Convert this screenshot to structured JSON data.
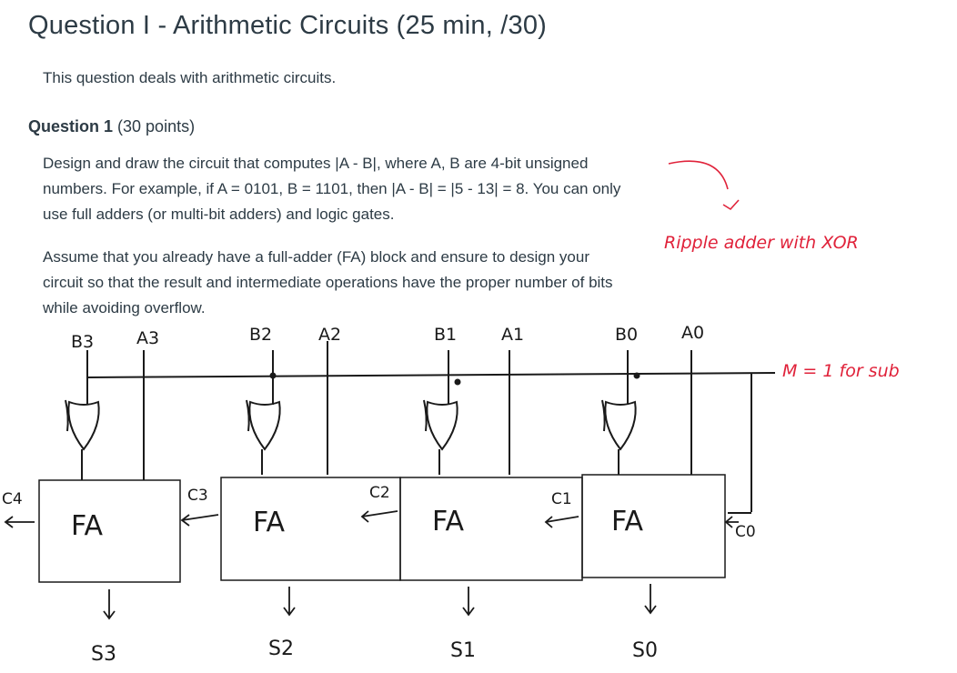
{
  "header": {
    "title": "Question I - Arithmetic Circuits (25 min, /30)"
  },
  "intro": "This question deals with arithmetic circuits.",
  "question": {
    "label": "Question 1",
    "points": "(30 points)",
    "para1_lines": [
      "Design and draw the circuit that computes |A - B|, where A, B are 4-bit unsigned",
      "numbers. For example, if A = 0101, B = 1101, then |A - B| = |5 - 13| = 8. You can only",
      "use full adders (or multi-bit adders) and logic gates."
    ],
    "para2_lines": [
      "Assume that you already have a full-adder (FA) block and ensure to design your",
      "circuit so that the result and intermediate operations have the proper number of bits",
      "while avoiding overflow."
    ]
  },
  "annotations": {
    "red_note": "Ripple adder with XOR",
    "mode_note": "M = 1 for sub",
    "colors": {
      "red": "#e0223a",
      "ink": "#1a1a1a"
    }
  },
  "circuit": {
    "fa_label": "FA",
    "inputs": [
      {
        "b": "B3",
        "a": "A3"
      },
      {
        "b": "B2",
        "a": "A2"
      },
      {
        "b": "B1",
        "a": "A1"
      },
      {
        "b": "B0",
        "a": "A0"
      }
    ],
    "carries": [
      "C4",
      "C3",
      "C2",
      "C1",
      "C0"
    ],
    "sums": [
      "S3",
      "S2",
      "S1",
      "S0"
    ]
  }
}
